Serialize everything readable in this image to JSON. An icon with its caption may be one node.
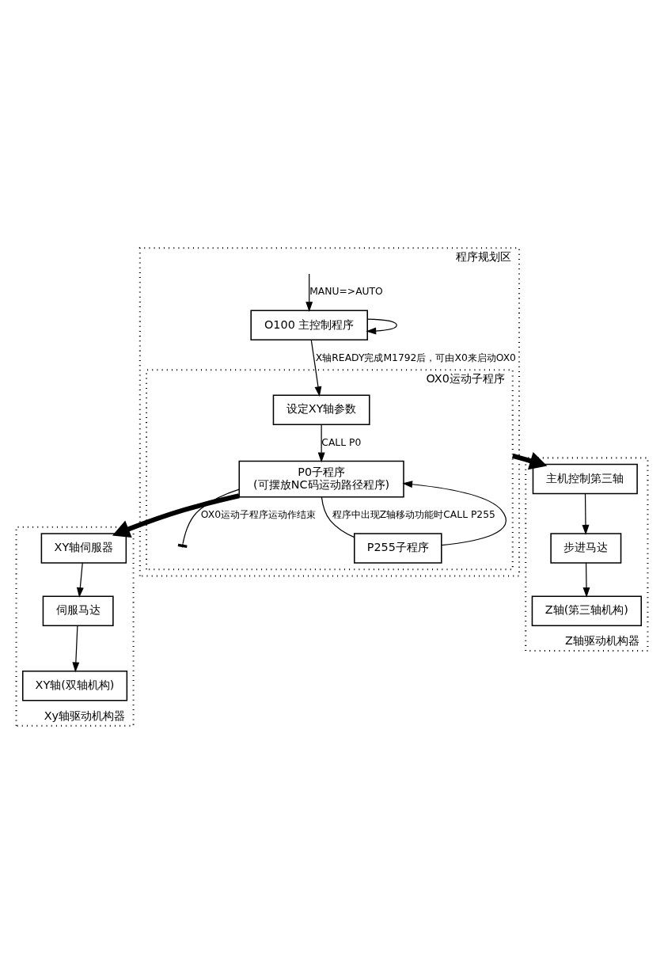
{
  "diagram": {
    "nodes": [
      {
        "text": [
          "程序规划区"
        ]
      },
      {
        "text": [
          "O100 主控制程序"
        ],
        "in": 0
      },
      {
        "text": [
          "OX0运动子程序"
        ],
        "in": 0
      },
      {
        "text": [
          "设定XY轴参数"
        ],
        "in": 2
      },
      {
        "text": [
          "P0子程序",
          "(可摆放NC码运动路径程序)"
        ],
        "in": 2
      },
      {
        "text": [
          "P255子程序"
        ],
        "in": 2
      },
      {
        "text": [
          "Xy轴驱动机构器"
        ]
      },
      {
        "text": [
          "XY轴伺服器"
        ],
        "in": 6
      },
      {
        "text": [
          "伺服马达"
        ],
        "in": 6
      },
      {
        "text": [
          "XY轴(双轴机构)"
        ],
        "in": 6
      },
      {
        "text": [
          "Z轴驱动机构器"
        ]
      },
      {
        "text": [
          "主机控制第三轴"
        ],
        "in": 10
      },
      {
        "text": [
          "步进马达"
        ],
        "in": 10
      },
      {
        "text": [
          "Z轴(第三轴机构)"
        ],
        "in": 10
      }
    ],
    "edges": [
      {
        "from": null,
        "to": 1,
        "arrow": "to",
        "label": "MANU=>AUTO"
      },
      {
        "from": 1,
        "to": 1,
        "arrow": "to"
      },
      {
        "from": 1,
        "to": 3,
        "arrow": "to",
        "label": "X轴READY完成M1792后，可由X0来启动OX0"
      },
      {
        "from": 3,
        "to": 4,
        "arrow": "to",
        "label": "CALL P0"
      },
      {
        "from": 4,
        "to": 5,
        "arrow": "none",
        "label": "程序中出现Z轴移动功能时CALL P255"
      },
      {
        "from": 5,
        "to": 4,
        "arrow": "to"
      },
      {
        "from": 4,
        "to": null,
        "arrow": "other",
        "label": "OX0运动子程序运动作结束"
      },
      {
        "from": 4,
        "to": 7,
        "arrow": "to",
        "style": "thick"
      },
      {
        "from": 2,
        "to": 11,
        "arrow": "to",
        "style": "thick"
      },
      {
        "from": 7,
        "to": 8,
        "arrow": "to"
      },
      {
        "from": 8,
        "to": 9,
        "arrow": "to"
      },
      {
        "from": 11,
        "to": 12,
        "arrow": "to"
      },
      {
        "from": 12,
        "to": 13,
        "arrow": "to"
      }
    ]
  }
}
